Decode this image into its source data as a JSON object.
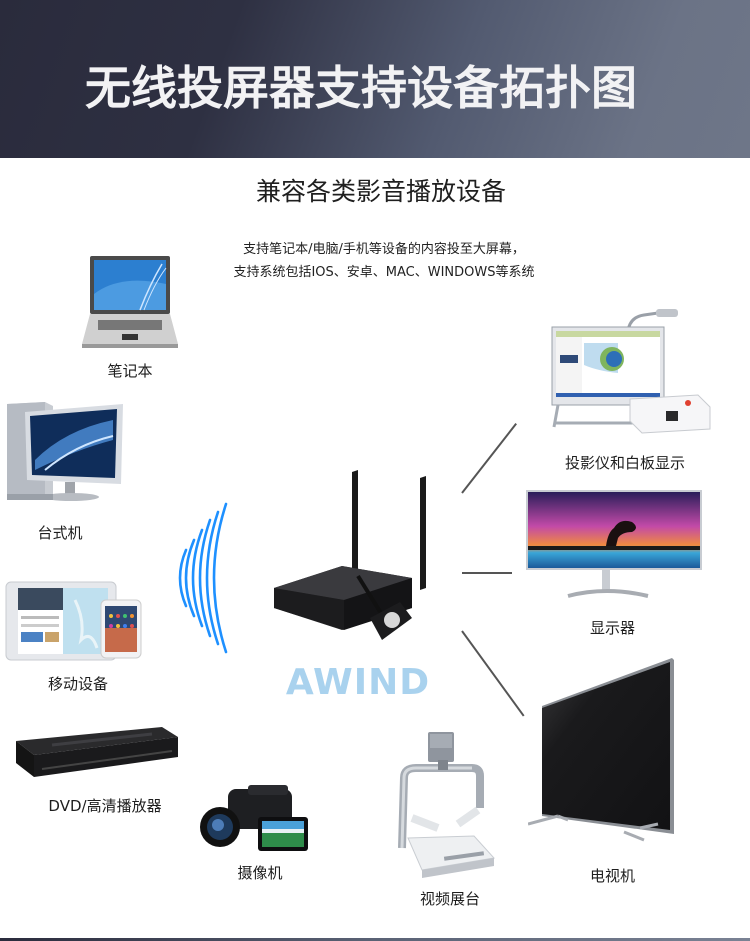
{
  "header": {
    "title": "无线投屏器支持设备拓扑图"
  },
  "subtitle": "兼容各类影音播放设备",
  "description": {
    "line1": "支持笔记本/电脑/手机等设备的内容投至大屏幕，",
    "line2": "支持系统包括IOS、安卓、MAC、WINDOWS等系统"
  },
  "hub": {
    "brand": "AWIND",
    "icon": "wireless-presentation-receiver-icon",
    "wifi_color": "#1e90ff",
    "brand_color": "#a9d2ee"
  },
  "sources": [
    {
      "label": "笔记本",
      "icon": "laptop-icon"
    },
    {
      "label": "台式机",
      "icon": "desktop-computer-icon"
    },
    {
      "label": "移动设备",
      "icon": "tablet-phone-icon"
    },
    {
      "label": "DVD/高清播放器",
      "icon": "dvd-player-icon"
    },
    {
      "label": "摄像机",
      "icon": "camcorder-icon"
    },
    {
      "label": "视频展台",
      "icon": "document-camera-icon"
    }
  ],
  "displays": [
    {
      "label": "投影仪和白板显示",
      "icon": "projector-whiteboard-icon"
    },
    {
      "label": "显示器",
      "icon": "monitor-icon"
    },
    {
      "label": "电视机",
      "icon": "tv-icon"
    }
  ],
  "colors": {
    "header_dark": "#2a2b3c",
    "header_light": "#6e7688",
    "header_text": "#f2f2f4",
    "connector": "#555555"
  }
}
